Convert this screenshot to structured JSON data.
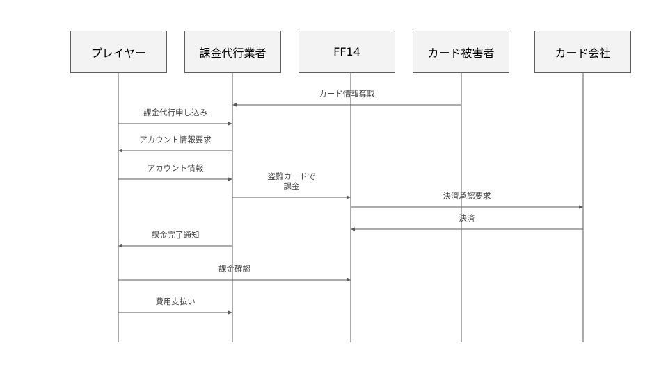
{
  "diagram": {
    "type": "sequence",
    "colors": {
      "line": "#595959",
      "box_fill": "#f3f3f3",
      "box_border": "#5f5f5f",
      "text": "#444444"
    },
    "participants": [
      {
        "id": "player",
        "label": "プレイヤー"
      },
      {
        "id": "agent",
        "label": "課金代行業者"
      },
      {
        "id": "ff14",
        "label": "FF14"
      },
      {
        "id": "victim",
        "label": "カード被害者"
      },
      {
        "id": "company",
        "label": "カード会社"
      }
    ],
    "messages": [
      {
        "from": "victim",
        "to": "agent",
        "label": "カード情報奪取"
      },
      {
        "from": "player",
        "to": "agent",
        "label": "課金代行申し込み"
      },
      {
        "from": "agent",
        "to": "player",
        "label": "アカウント情報要求"
      },
      {
        "from": "player",
        "to": "agent",
        "label": "アカウント情報"
      },
      {
        "from": "agent",
        "to": "ff14",
        "label": "盗難カードで\n課金"
      },
      {
        "from": "ff14",
        "to": "company",
        "label": "決済承認要求"
      },
      {
        "from": "company",
        "to": "ff14",
        "label": "決済"
      },
      {
        "from": "agent",
        "to": "player",
        "label": "課金完了通知"
      },
      {
        "from": "player",
        "to": "ff14",
        "label": "課金確認"
      },
      {
        "from": "player",
        "to": "agent",
        "label": "費用支払い"
      }
    ]
  }
}
